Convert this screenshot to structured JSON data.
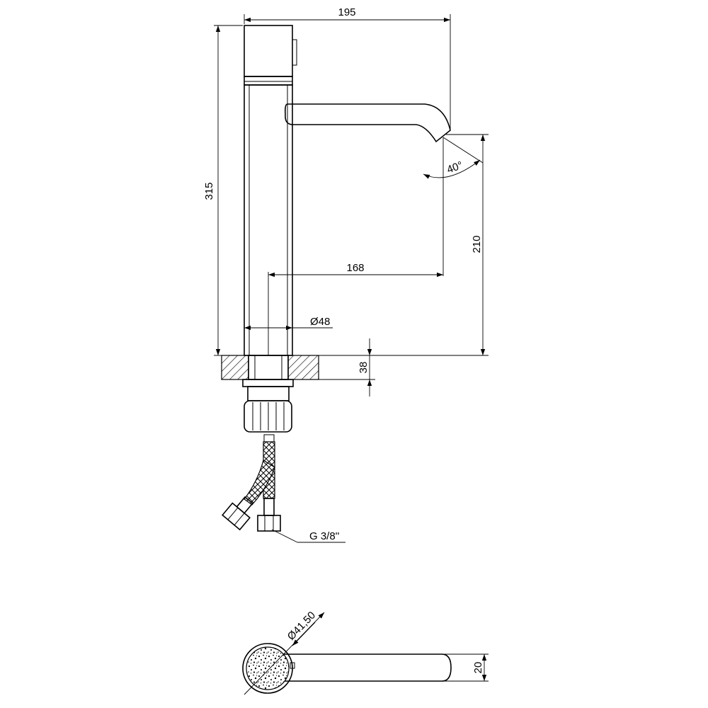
{
  "dimensions": {
    "total_width": "195",
    "total_height": "315",
    "spout_height": "210",
    "spout_reach": "168",
    "body_diameter": "Ø48",
    "deck_thickness": "38",
    "spout_angle": "40°",
    "connection_thread": "G 3/8''",
    "top_diameter": "Ø41,50",
    "spout_width": "20"
  }
}
